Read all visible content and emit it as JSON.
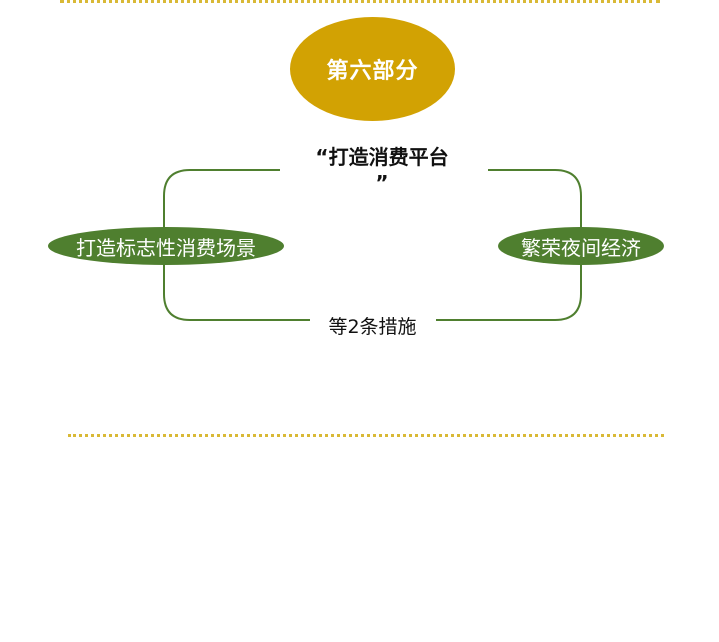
{
  "section": {
    "label": "第六部分"
  },
  "title": {
    "line1": "“打造消费平台",
    "line2": "”"
  },
  "measures": {
    "left": "打造标志性消费场景",
    "right": "繁荣夜间经济"
  },
  "footer": {
    "text": "等2条措施"
  },
  "colors": {
    "gold": "#d2a203",
    "green": "#4f7f2f",
    "dotted": "#d9b936"
  }
}
